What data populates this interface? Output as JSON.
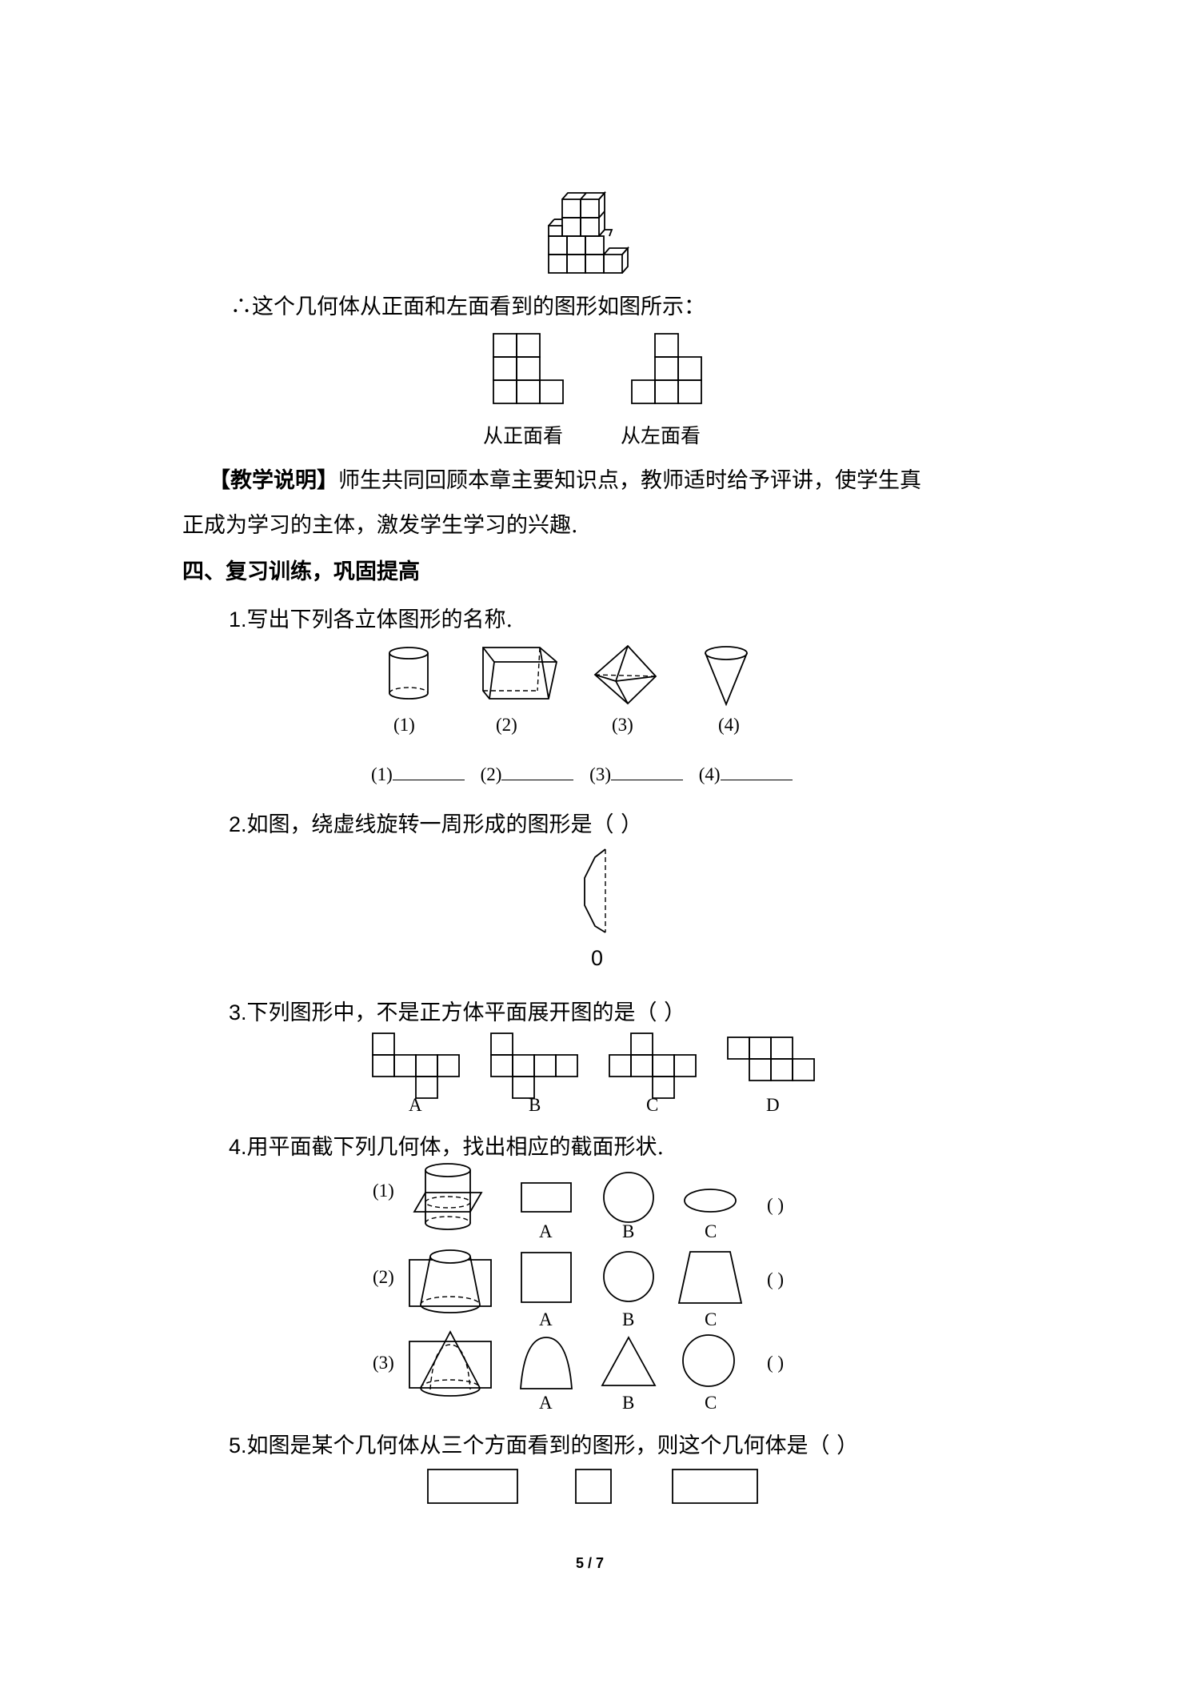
{
  "line_therefore": "∴这个几何体从正面和左面看到的图形如图所示：",
  "view_front": "从正面看",
  "view_left": "从左面看",
  "teaching_note": {
    "label": "【教学说明】",
    "text1": "师生共同回顾本章主要知识点，教师适时给予评讲，使学生真",
    "text2": "正成为学习的主体，激发学生学习的兴趣."
  },
  "section4_title": "四、复习训练，巩固提高",
  "q1": {
    "num": "1.",
    "text": "写出下列各立体图形的名称.",
    "labels": [
      "(1)",
      "(2)",
      "(3)",
      "(4)"
    ],
    "blanks": [
      "(1)",
      "(2)",
      "(3)",
      "(4)"
    ]
  },
  "q2": {
    "num": "2.",
    "text": "如图，绕虚线旋转一周形成的图形是（    ）",
    "figure_label": "0"
  },
  "q3": {
    "num": "3.",
    "text": "下列图形中，不是正方体平面展开图的是（    ）",
    "options": [
      "A",
      "B",
      "C",
      "D"
    ]
  },
  "q4": {
    "num": "4.",
    "text": "用平面截下列几何体，找出相应的截面形状.",
    "rows": [
      {
        "label": "(1)",
        "options": [
          "A",
          "B",
          "C"
        ],
        "paren": "(    )"
      },
      {
        "label": "(2)",
        "options": [
          "A",
          "B",
          "C"
        ],
        "paren": "(    )"
      },
      {
        "label": "(3)",
        "options": [
          "A",
          "B",
          "C"
        ],
        "paren": "(    )"
      }
    ]
  },
  "q5": {
    "num": "5.",
    "text": "如图是某个几何体从三个方面看到的图形，则这个几何体是（  ）"
  },
  "page_number": "5 / 7"
}
